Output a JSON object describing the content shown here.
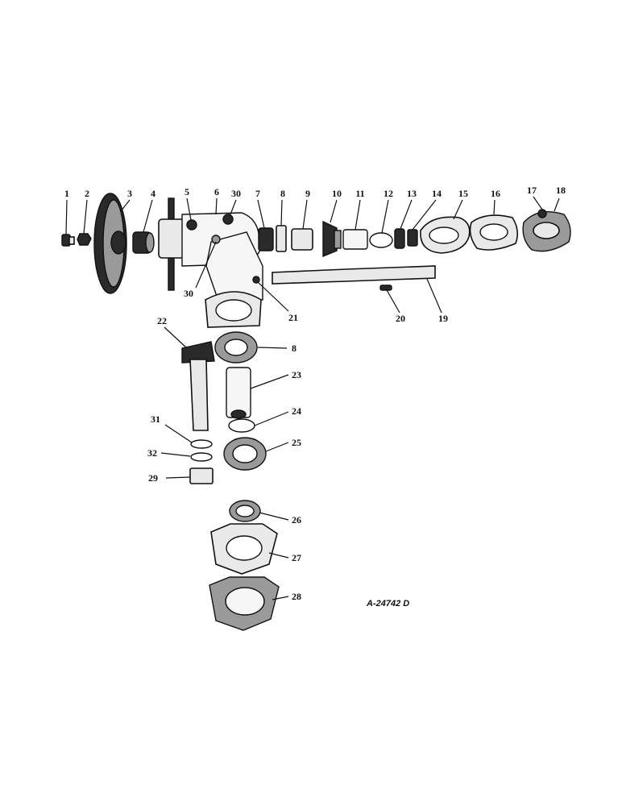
{
  "callouts": {
    "c1": "1",
    "c2": "2",
    "c3": "3",
    "c4": "4",
    "c5": "5",
    "c6": "6",
    "c30a": "30",
    "c7": "7",
    "c8a": "8",
    "c9": "9",
    "c10": "10",
    "c11": "11",
    "c12": "12",
    "c13": "13",
    "c14": "14",
    "c15": "15",
    "c16": "16",
    "c17": "17",
    "c18": "18",
    "c30b": "30",
    "c21": "21",
    "c20": "20",
    "c19": "19",
    "c22": "22",
    "c8b": "8",
    "c23": "23",
    "c24": "24",
    "c25": "25",
    "c31": "31",
    "c32": "32",
    "c29": "29",
    "c26": "26",
    "c27": "27",
    "c28": "28"
  },
  "reference_number": "A-24742 D"
}
